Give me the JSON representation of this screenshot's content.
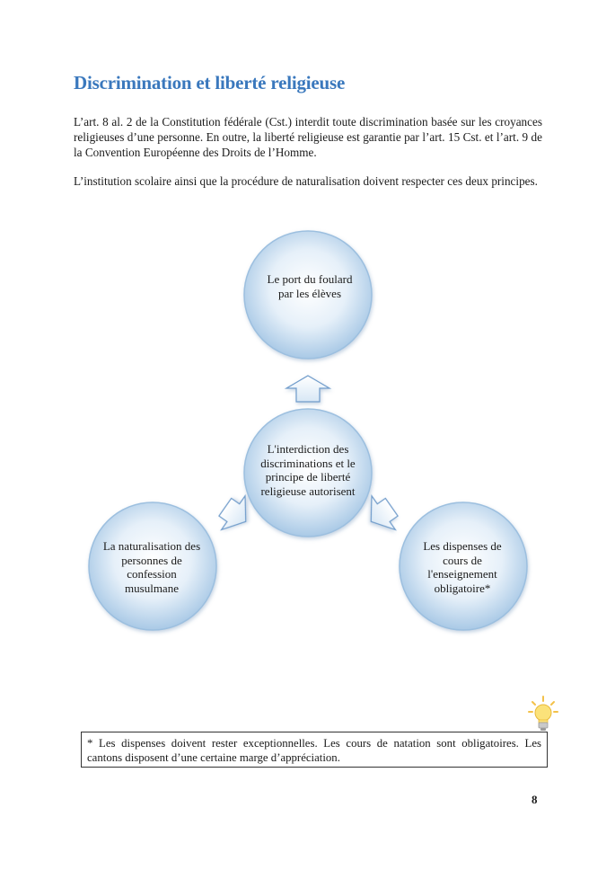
{
  "title": "Discrimination et liberté religieuse",
  "paragraphs": [
    "L’art. 8 al. 2 de la Constitution fédérale (Cst.) interdit toute discrimination basée sur les croyances religieuses d’une personne. En outre, la liberté religieuse est garantie par l’art. 15 Cst. et l’art. 9 de la Convention Européenne des Droits de l’Homme.",
    "L’institution scolaire ainsi que la procédure de naturalisation doivent respecter ces deux principes."
  ],
  "diagram": {
    "center": "L'interdiction des discriminations et le principe de liberté religieuse autorisent",
    "top": "Le port du foulard par les élèves",
    "left": "La naturalisation des personnes de confession musulmane",
    "right": "Les dispenses de cours de l'enseignement obligatoire*",
    "colors": {
      "circle_fill": "#c7dcef",
      "circle_edge": "#9cbfdf",
      "arrow_fill": "#eaf2fa",
      "arrow_edge": "#6f9ccb"
    }
  },
  "note": "* Les dispenses doivent rester exceptionnelles. Les cours de natation sont obligatoires. Les cantons disposent d’une certaine marge d’appréciation.",
  "icons": {
    "hint": "lightbulb-icon"
  },
  "page_number": "8"
}
